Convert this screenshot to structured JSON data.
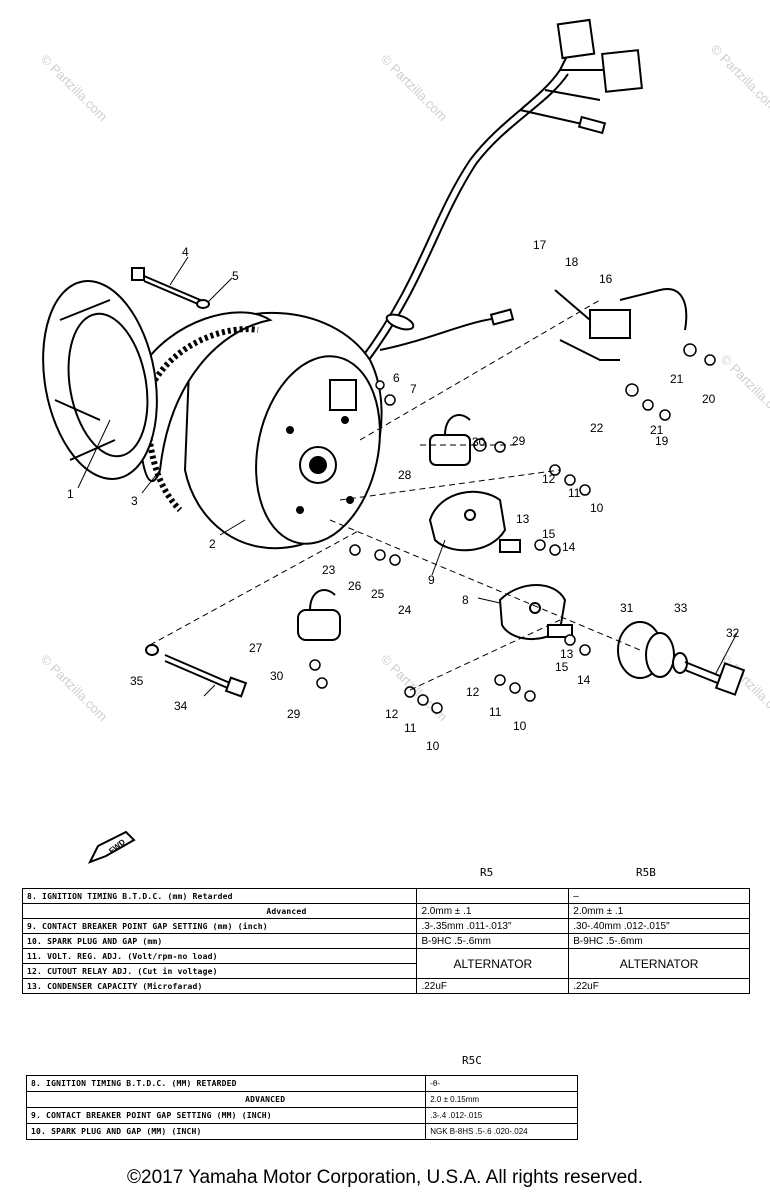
{
  "watermark": "© Partzilla.com",
  "callouts": [
    "1",
    "2",
    "3",
    "4",
    "5",
    "6",
    "7",
    "8",
    "9",
    "10",
    "10",
    "10",
    "11",
    "11",
    "11",
    "12",
    "12",
    "12",
    "13",
    "13",
    "14",
    "14",
    "15",
    "15",
    "16",
    "17",
    "18",
    "19",
    "20",
    "21",
    "21",
    "22",
    "23",
    "24",
    "25",
    "26",
    "27",
    "28",
    "29",
    "29",
    "30",
    "30",
    "31",
    "32",
    "33",
    "34",
    "35"
  ],
  "fwd_label": "FWD",
  "table1": {
    "col_r5": "R5",
    "col_r5b": "R5B",
    "rows": [
      {
        "label": "8. IGNITION TIMING B.T.D.C. (mm)  Retarded",
        "r5": "",
        "r5b": "–"
      },
      {
        "label": "Advanced",
        "r5": "2.0mm ± .1",
        "r5b": "2.0mm ± .1"
      },
      {
        "label": "9. CONTACT BREAKER POINT GAP SETTING (mm) (inch)",
        "r5": ".3-.35mm  .011-.013\"",
        "r5b": ".30-.40mm  .012-.015\""
      },
      {
        "label": "10. SPARK PLUG AND GAP (mm)",
        "r5": "B-9HC  .5-.6mm",
        "r5b": "B-9HC  .5-.6mm"
      },
      {
        "label": "11. VOLT. REG. ADJ. (Volt/rpm-no load)",
        "r5": "ALTERNATOR",
        "r5b": "ALTERNATOR"
      },
      {
        "label": "12. CUTOUT RELAY ADJ. (Cut in voltage)"
      },
      {
        "label": "13. CONDENSER CAPACITY (Microfarad)",
        "r5": ".22uF",
        "r5b": ".22uF"
      }
    ]
  },
  "table2": {
    "col_r5c": "R5C",
    "rows": [
      {
        "label": "8. IGNITION TIMING B.T.D.C. (MM) RETARDED",
        "r5c": "-θ-"
      },
      {
        "label": "ADVANCED",
        "r5c": "2.0 ± 0.15mm"
      },
      {
        "label": "9. CONTACT BREAKER POINT GAP SETTING (MM) (INCH)",
        "r5c": ".3-.4  .012-.015"
      },
      {
        "label": "10. SPARK PLUG AND GAP (MM) (INCH)",
        "r5c": "NGK B-8HS .5-.6 .020-.024"
      }
    ]
  },
  "copyright": "©2017  Yamaha Motor Corporation, U.S.A. All rights reserved."
}
